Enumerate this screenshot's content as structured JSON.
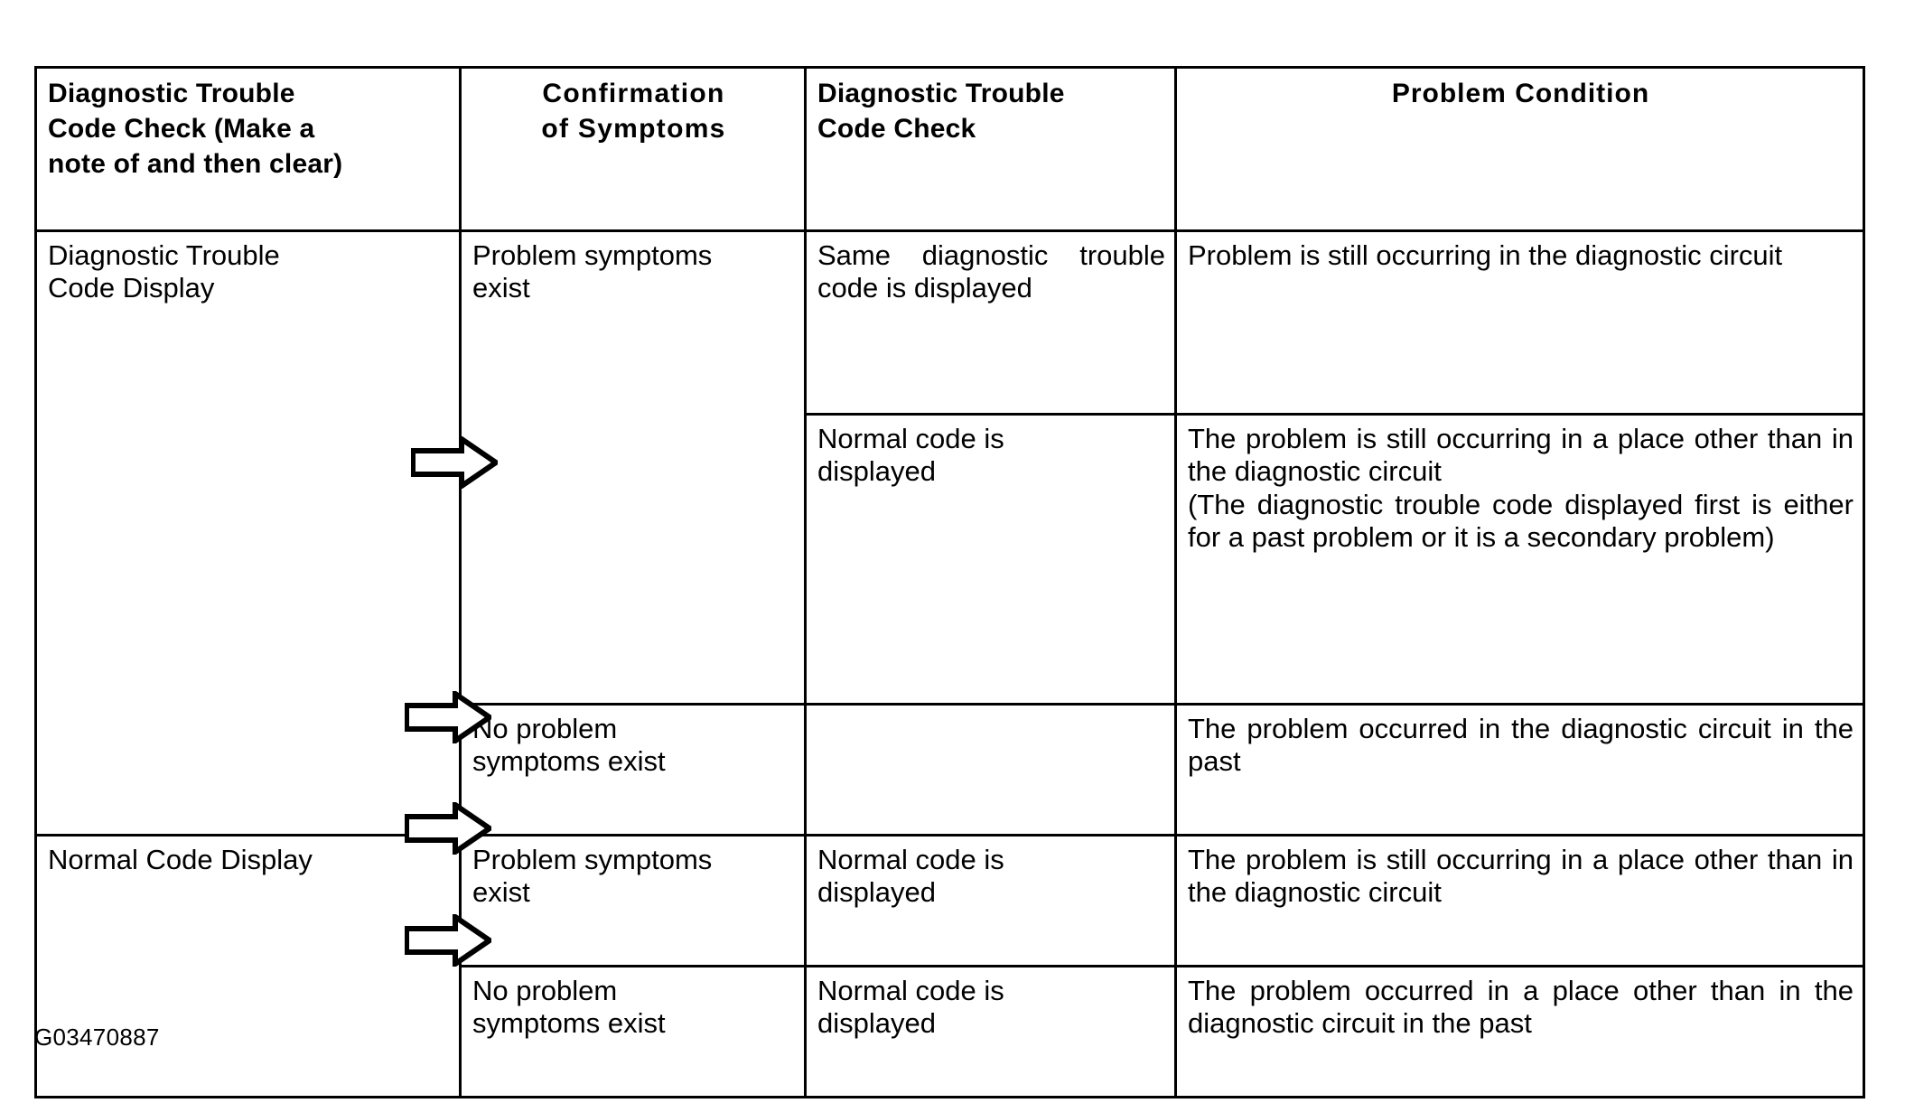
{
  "figure": {
    "code_label": "G03470887"
  },
  "table": {
    "headers": [
      {
        "lines": [
          "Diagnostic Trouble",
          "Code Check (Make a",
          "note of and then clear)"
        ]
      },
      {
        "lines": [
          "Confirmation",
          "of Symptoms"
        ]
      },
      {
        "lines": [
          "Diagnostic Trouble",
          "Code Check"
        ]
      },
      {
        "lines": [
          "Problem Condition"
        ]
      }
    ],
    "rows": [
      {
        "code_check": "Diagnostic Trouble Code Display",
        "code_check_lines": [
          "Diagnostic Trouble",
          "Code Display"
        ],
        "symptoms": "Problem symptoms exist",
        "symptoms_lines": [
          "Problem symptoms",
          "exist"
        ],
        "dtc_recheck": "Same diagnostic trouble code is displayed",
        "problem_condition": "Problem is still occurring in the diagnostic circuit"
      },
      {
        "dtc_recheck": "Normal code is displayed",
        "dtc_recheck_lines": [
          "Normal code is",
          "displayed"
        ],
        "problem_condition_paragraphs": [
          "The problem is still occurring in a place other than in the diagnostic circuit",
          "(The diagnostic trouble code displayed first is either for a past problem or it is a secondary problem)"
        ]
      },
      {
        "symptoms": "No problem symptoms exist",
        "symptoms_lines": [
          "No problem",
          "symptoms exist"
        ],
        "dtc_recheck": "",
        "problem_condition": "The problem occurred in the diagnostic circuit in the past"
      },
      {
        "code_check": "Normal Code Display",
        "symptoms": "Problem symptoms exist",
        "symptoms_lines": [
          "Problem symptoms",
          "exist"
        ],
        "dtc_recheck": "Normal code is displayed",
        "dtc_recheck_lines": [
          "Normal code is",
          "displayed"
        ],
        "problem_condition": "The problem is still occurring in a place other than in the diagnostic circuit"
      },
      {
        "symptoms": "No problem symptoms exist",
        "symptoms_lines": [
          "No problem",
          "symptoms exist"
        ],
        "dtc_recheck": "Normal code is displayed",
        "dtc_recheck_lines": [
          "Normal code is",
          "displayed"
        ],
        "problem_condition": "The problem occurred in a place other than in the diagnostic circuit in the past"
      }
    ]
  },
  "arrows": {
    "icon": "arrow-right-outline",
    "count": 4
  },
  "colors": {
    "ink": "#000000",
    "paper": "#ffffff"
  }
}
